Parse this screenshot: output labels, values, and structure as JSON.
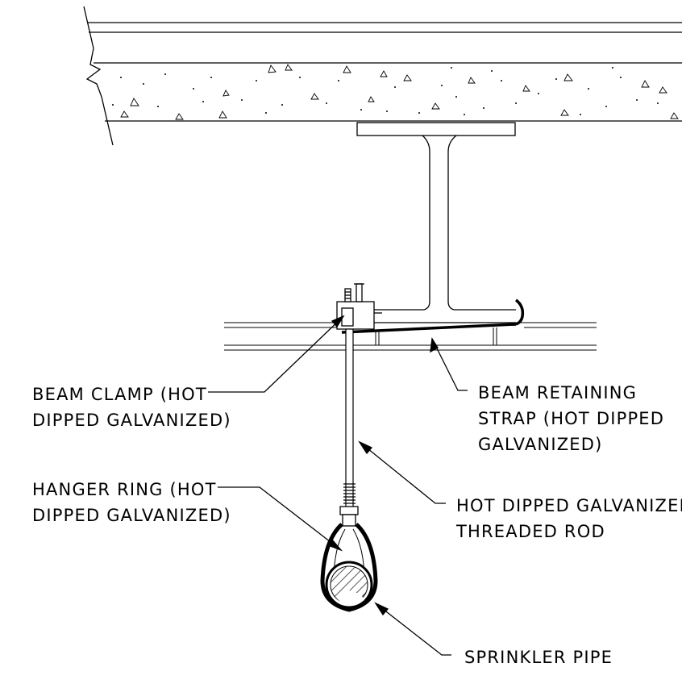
{
  "labels": {
    "beam_clamp": [
      "BEAM CLAMP (HOT",
      "DIPPED GALVANIZED)"
    ],
    "hanger_ring": [
      "HANGER RING (HOT",
      "DIPPED GALVANIZED)"
    ],
    "retaining_strap": [
      "BEAM RETAINING",
      "STRAP (HOT DIPPED",
      "GALVANIZED)"
    ],
    "threaded_rod": [
      "HOT DIPPED GALVANIZED",
      "THREADED ROD"
    ],
    "sprinkler_pipe": [
      "SPRINKLER PIPE"
    ]
  }
}
